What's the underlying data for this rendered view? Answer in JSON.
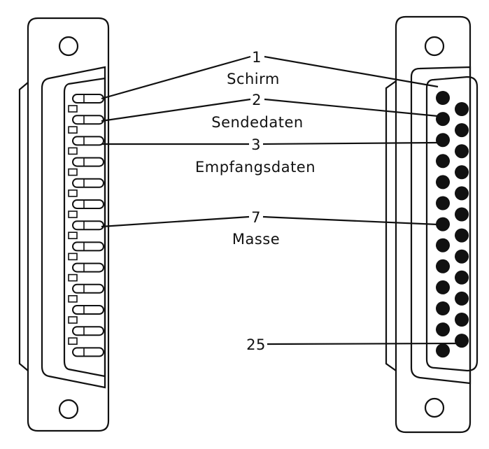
{
  "labels": [
    {
      "id": "pin-1",
      "number": "1",
      "name": "Schirm"
    },
    {
      "id": "pin-2",
      "number": "2",
      "name": "Sendedaten"
    },
    {
      "id": "pin-3",
      "number": "3",
      "name": "Empfangsdaten"
    },
    {
      "id": "pin-7",
      "number": "7",
      "name": "Masse"
    },
    {
      "id": "pin-25",
      "number": "25",
      "name": ""
    }
  ],
  "colors": {
    "ink": "#111111",
    "shell_fill": "#e9e9e4",
    "pin_fill": "#111111",
    "background": "#ffffff"
  }
}
